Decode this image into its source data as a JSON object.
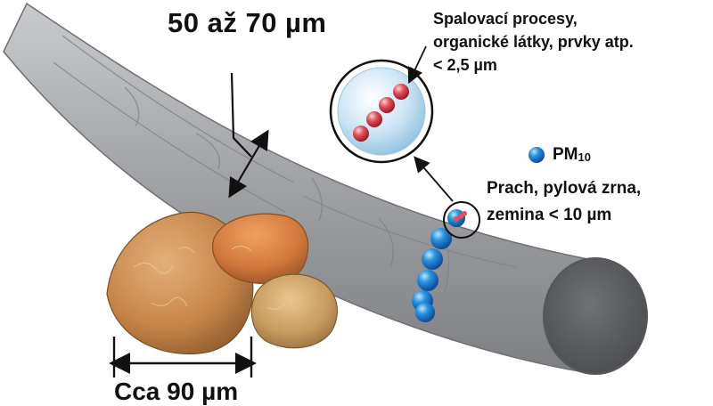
{
  "hair": {
    "width_label": "50 až 70 µm"
  },
  "pm25": {
    "lines": [
      "Spalovací procesy,",
      "organické látky, prvky atp.",
      "< 2,5 µm"
    ]
  },
  "pm10": {
    "label_main": "PM",
    "label_sub": "10",
    "desc_lines": [
      "Prach, pylová zrna,",
      "zemina < 10 µm"
    ]
  },
  "sand": {
    "width_label": "Cca 90 µm"
  },
  "colors": {
    "hair": "#9a9c9f",
    "pm10_particle": "#1e7fd0",
    "pm25_particle": "#d9484f",
    "sand": "#c98b4f"
  }
}
